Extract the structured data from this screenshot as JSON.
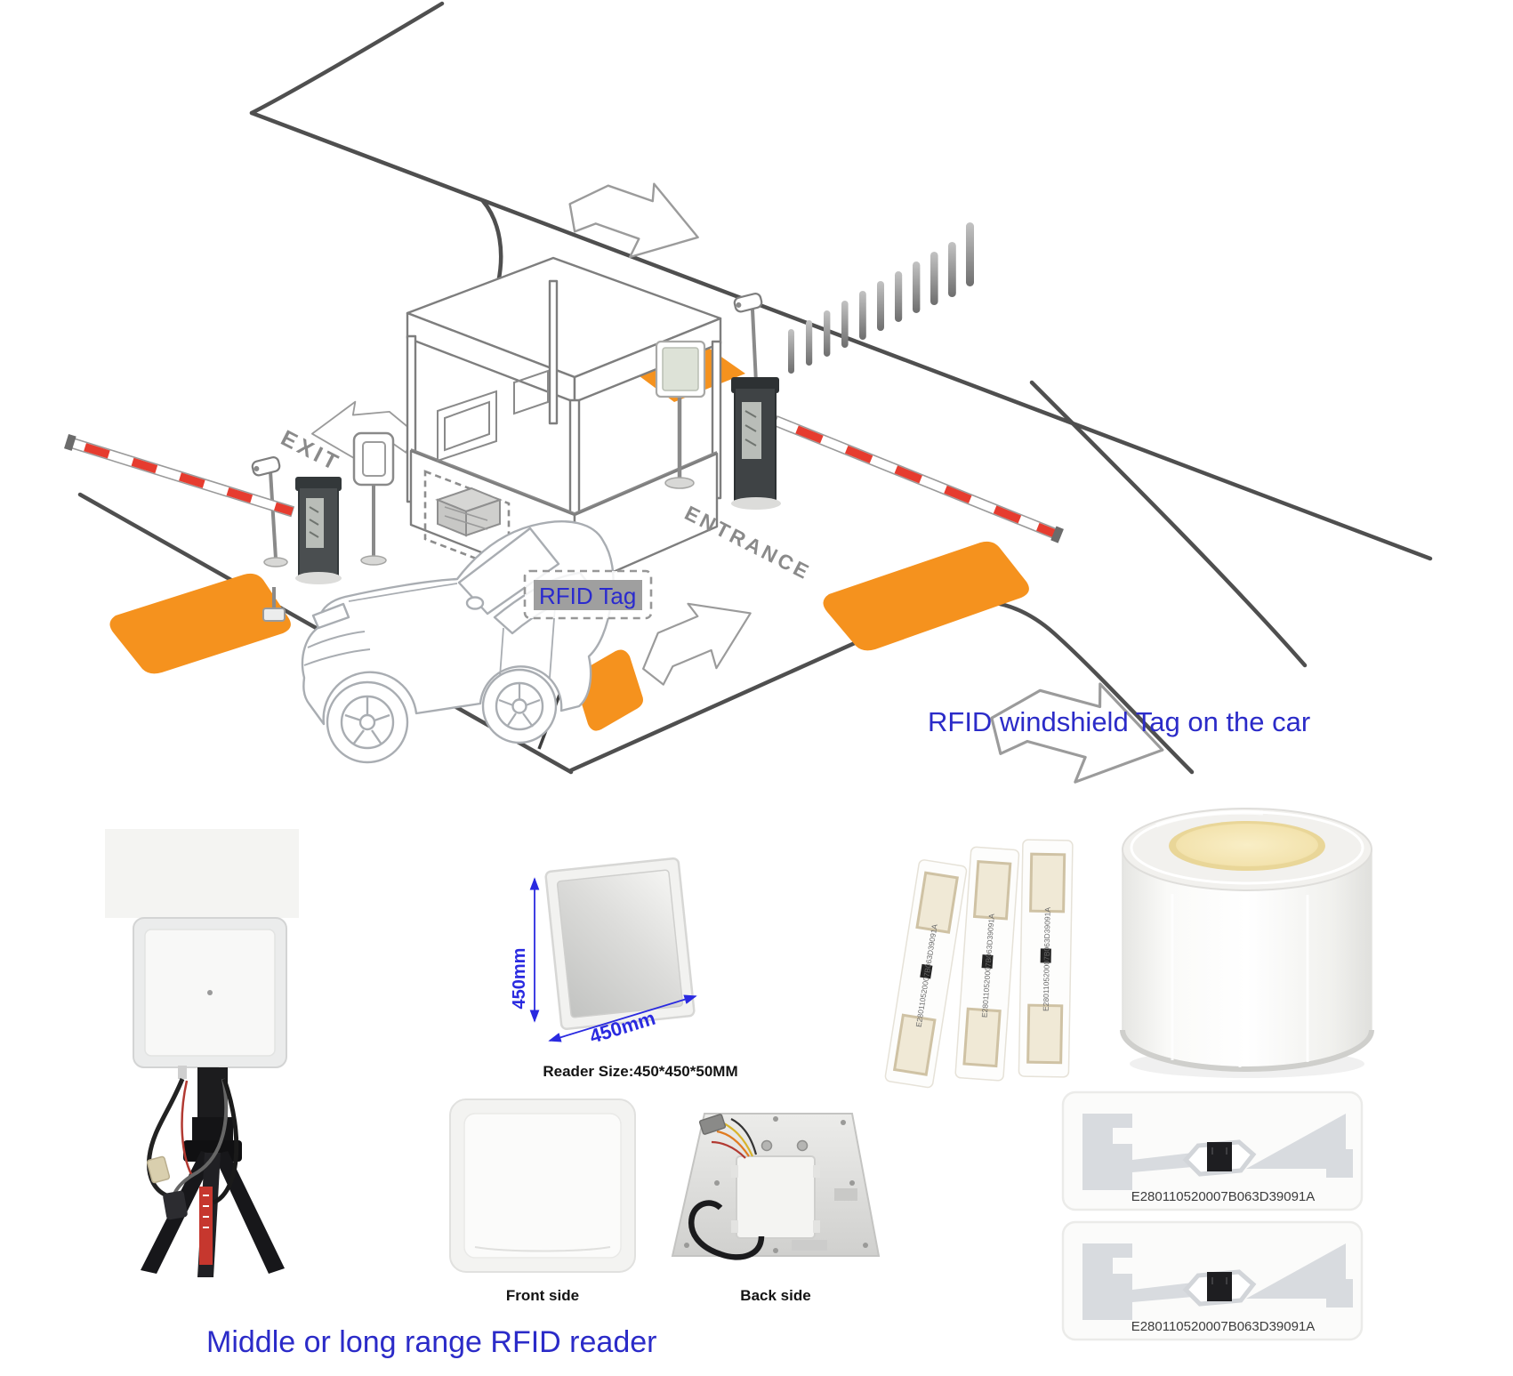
{
  "colors": {
    "accent_blue": "#2b2bc8",
    "loop_orange": "#f5921e",
    "barrier_red": "#e63c2f",
    "road_gray": "#4f4f4f"
  },
  "diagram": {
    "exit_label": "EXIT",
    "entrance_label": "ENTRANCE",
    "rfid_tag_label": "RFID Tag",
    "windshield_caption": "RFID windshield Tag on the car"
  },
  "reader_figure": {
    "dim_height_label": "450mm",
    "dim_width_label": "450mm",
    "size_caption": "Reader Size:450*450*50MM"
  },
  "photos": {
    "front_label": "Front side",
    "back_label": "Back side"
  },
  "tags": {
    "code": "E280110520007B063D39091A"
  },
  "captions": {
    "reader_caption": "Middle or long range RFID reader"
  }
}
